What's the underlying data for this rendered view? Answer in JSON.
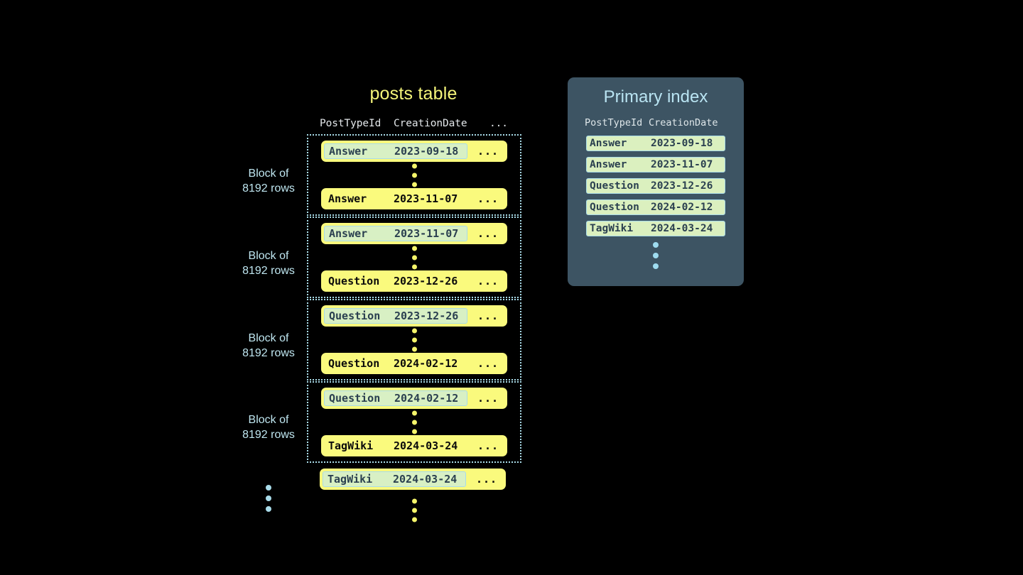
{
  "posts_table": {
    "title": "posts table",
    "columns": {
      "post_type_id": "PostTypeId",
      "creation_date": "CreationDate",
      "more": "..."
    },
    "row_more": "...",
    "block_label": "Block of\n8192 rows",
    "block_label_line1": "Block of",
    "block_label_line2": "8192 rows",
    "blocks": [
      {
        "first_row": {
          "post_type_id": "Answer",
          "creation_date": "2023-09-18",
          "more": "...",
          "highlighted": true
        },
        "last_row": {
          "post_type_id": "Answer",
          "creation_date": "2023-11-07",
          "more": "...",
          "highlighted": false
        }
      },
      {
        "first_row": {
          "post_type_id": "Answer",
          "creation_date": "2023-11-07",
          "more": "...",
          "highlighted": true
        },
        "last_row": {
          "post_type_id": "Question",
          "creation_date": "2023-12-26",
          "more": "...",
          "highlighted": false
        }
      },
      {
        "first_row": {
          "post_type_id": "Question",
          "creation_date": "2023-12-26",
          "more": "...",
          "highlighted": true
        },
        "last_row": {
          "post_type_id": "Question",
          "creation_date": "2024-02-12",
          "more": "...",
          "highlighted": false
        }
      },
      {
        "first_row": {
          "post_type_id": "Question",
          "creation_date": "2024-02-12",
          "more": "...",
          "highlighted": true
        },
        "last_row": {
          "post_type_id": "TagWiki",
          "creation_date": "2024-03-24",
          "more": "...",
          "highlighted": false
        }
      }
    ],
    "trailing_row": {
      "post_type_id": "TagWiki",
      "creation_date": "2024-03-24",
      "more": "...",
      "highlighted": true
    }
  },
  "primary_index": {
    "title": "Primary index",
    "columns": {
      "post_type_id": "PostTypeId",
      "creation_date": "CreationDate"
    },
    "rows": [
      {
        "post_type_id": "Answer",
        "creation_date": "2023-09-18"
      },
      {
        "post_type_id": "Answer",
        "creation_date": "2023-11-07"
      },
      {
        "post_type_id": "Question",
        "creation_date": "2023-12-26"
      },
      {
        "post_type_id": "Question",
        "creation_date": "2024-02-12"
      },
      {
        "post_type_id": "TagWiki",
        "creation_date": "2024-03-24"
      }
    ]
  },
  "colors": {
    "background": "#000000",
    "row_yellow": "#fafa7d",
    "highlight_green": "#d8f0c4",
    "highlight_border_blue": "#a9dbe8",
    "panel_slate": "#3d5463",
    "title_yellow": "#f5f57a",
    "title_blue": "#b9e4f2",
    "label_blue": "#bfe6f0",
    "dot_yellow": "#f5f56a",
    "dot_blue": "#a9dcea"
  }
}
